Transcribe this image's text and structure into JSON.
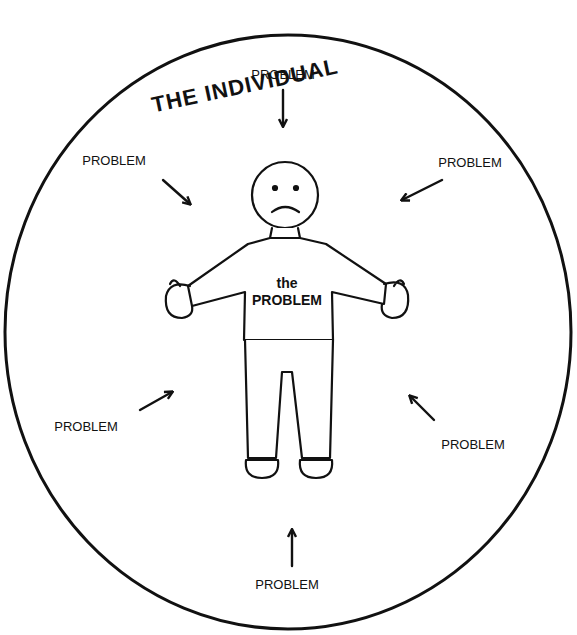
{
  "diagram": {
    "nodes": [
      {
        "text": [
          "THE INDIVIDUAL"
        ]
      },
      {
        "text": [
          "the PROBLEM"
        ],
        "in": 0
      }
    ],
    "labels": [
      "PROBLEM",
      "PROBLEM",
      "PROBLEM",
      "PROBLEM",
      "PROBLEM",
      "PROBLEM"
    ]
  }
}
